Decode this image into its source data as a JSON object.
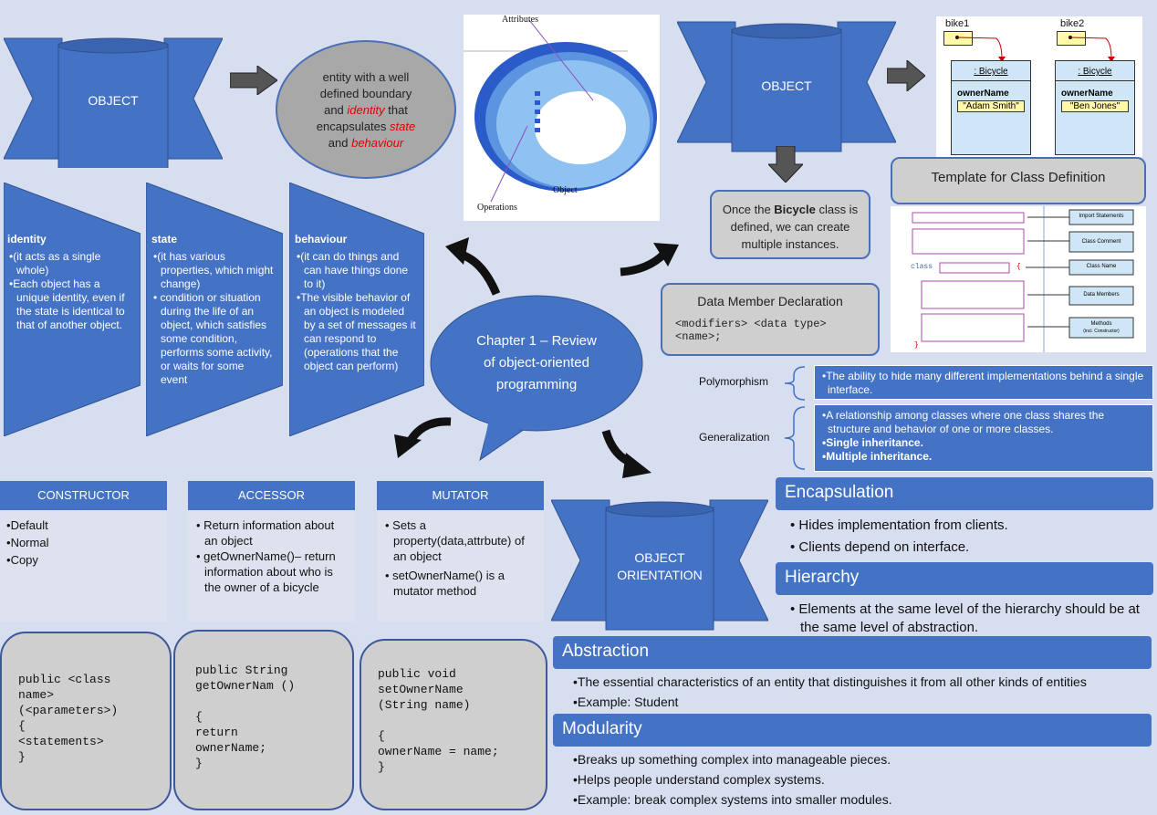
{
  "top_left": {
    "banner_label": "OBJECT",
    "definition": {
      "line1": "entity with a well",
      "line2": "defined boundary",
      "line3_pre": "and ",
      "line3_em": "identity",
      "line3_post": " that",
      "line4_pre": "encapsulates ",
      "line4_em": "state",
      "line5_pre": "and ",
      "line5_em": "behaviour"
    }
  },
  "object_figure": {
    "label_attributes": "Attributes",
    "label_object": "Object",
    "label_operations": "Operations"
  },
  "top_right": {
    "banner_label": "OBJECT",
    "bike1_label": "bike1",
    "bike2_label": "bike2",
    "class_name1": ": Bicycle",
    "class_name2": ": Bicycle",
    "attr1": "ownerName",
    "attr2": "ownerName",
    "value1": "\"Adam Smith\"",
    "value2": "\"Ben Jones\"",
    "instances_note_pre": "Once the ",
    "instances_note_bold": "Bicycle",
    "instances_note_post1": " class is",
    "instances_note_line2": "defined, we can  create",
    "instances_note_line3": "multiple instances."
  },
  "template": {
    "title": "Template for Class Definition",
    "labels": [
      "Import Statements",
      "Class Comment",
      "Class Name",
      "Data Members",
      "Methods"
    ],
    "methods_sub": "(incl. Constructor)",
    "class_kw": "class",
    "brace_open": "{",
    "brace_close": "}"
  },
  "data_member": {
    "title": "Data Member Declaration",
    "line1": "<modifiers> <data type>",
    "line2": "<name>;"
  },
  "pentagons": [
    {
      "title": "identity",
      "items": [
        "(it acts as a single whole)",
        "Each object has a unique identity, even if the state is identical to that of another object."
      ]
    },
    {
      "title": "state",
      "items": [
        "(it has various properties, which might change)",
        " condition or situation during the life of an object, which satisfies some condition, performs some activity, or waits for some event"
      ]
    },
    {
      "title": "behaviour",
      "items": [
        "(it can do things and can have things done to it)",
        "The visible behavior of an object is modeled by a set of messages it can respond to (operations that the object can perform)"
      ]
    }
  ],
  "center_bubble": {
    "line1": "Chapter 1 – Review",
    "line2": "of object-oriented",
    "line3": "programming"
  },
  "polymorphism": {
    "label": "Polymorphism",
    "items": [
      "The ability to hide many different implementations behind a single interface."
    ]
  },
  "generalization": {
    "label": "Generalization",
    "items": [
      "A relationship among classes where one class shares the structure and behavior of one or more classes.",
      "Single inheritance.",
      "Multiple inheritance."
    ]
  },
  "methods": [
    {
      "head": "CONSTRUCTOR",
      "items": [
        "Default",
        "Normal",
        "Copy"
      ]
    },
    {
      "head": "ACCESSOR",
      "items": [
        " Return information about an object",
        " getOwnerName()– return information about who is the owner of a bicycle"
      ]
    },
    {
      "head": "MUTATOR",
      "items": [
        " Sets a property(data,attrbute) of an object",
        " setOwnerName() is a mutator method"
      ]
    }
  ],
  "code": [
    "public <class\nname>\n(<parameters>)\n{\n<statements>\n}",
    "public String\ngetOwnerNam ()\n\n{\nreturn\nownerName;\n}",
    "public void\nsetOwnerName\n(String name)\n\n{\nownerName = name;\n}"
  ],
  "oo_banner": {
    "line1": "OBJECT",
    "line2": "ORIENTATION"
  },
  "principles": {
    "encapsulation": {
      "title": "Encapsulation",
      "items": [
        "Hides implementation from clients.",
        " Clients depend on interface."
      ]
    },
    "hierarchy": {
      "title": "Hierarchy",
      "items": [
        "Elements at the same level of the hierarchy should be at the same level of abstraction."
      ]
    },
    "abstraction": {
      "title": "Abstraction",
      "items": [
        "The essential characteristics of an entity that distinguishes it from all other kinds of entities",
        "Example: Student"
      ]
    },
    "modularity": {
      "title": "Modularity",
      "items": [
        "Breaks up something complex into manageable pieces.",
        "Helps people understand complex systems.",
        "Example: break complex systems into smaller modules."
      ]
    }
  },
  "colors": {
    "primary": "#4472c4",
    "background": "#d6def0",
    "gray": "#cfcfcf",
    "accent_red": "#e00000"
  }
}
